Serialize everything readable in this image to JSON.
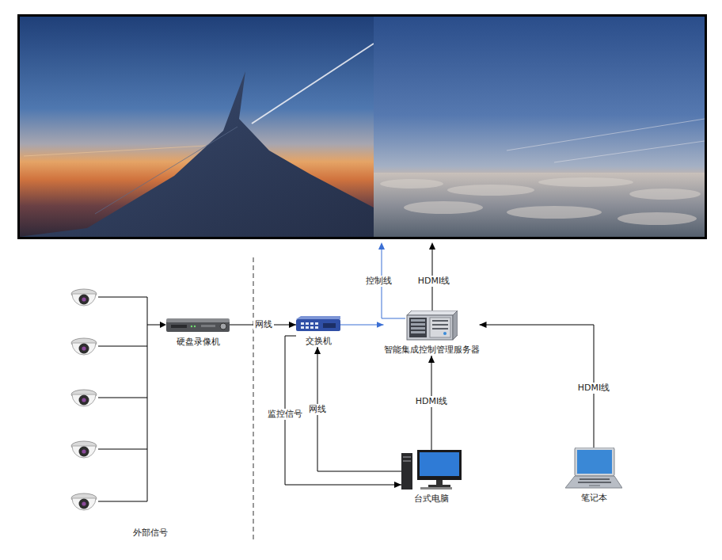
{
  "diagram": {
    "nodes": [
      {
        "text": [
          "硬盘录像机"
        ]
      },
      {
        "text": [
          "交换机"
        ]
      },
      {
        "text": [
          "智能集成控制管理服务器"
        ]
      },
      {
        "text": [
          "台式电脑"
        ]
      },
      {
        "text": [
          "笔记本"
        ]
      }
    ],
    "edges": [
      {
        "from": 0,
        "to": 1,
        "arrow": "to",
        "label": "网线"
      },
      {
        "from": 1,
        "to": 2,
        "arrow": "to"
      },
      {
        "from": 3,
        "to": 1,
        "arrow": "to",
        "label": "网线"
      },
      {
        "from": 1,
        "to": 3,
        "arrow": "to",
        "label": "监控信号"
      },
      {
        "from": 3,
        "to": 2,
        "arrow": "to",
        "label": "HDMI线"
      },
      {
        "from": 4,
        "to": 2,
        "arrow": "to",
        "label": "HDMI线"
      }
    ],
    "labels": [
      "控制线",
      "HDMI线",
      "外部信号"
    ]
  }
}
